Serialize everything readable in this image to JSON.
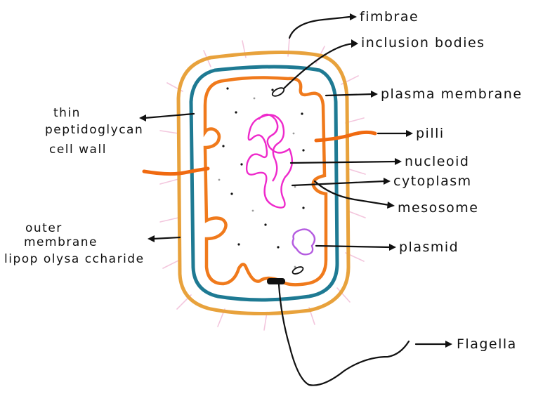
{
  "labels": {
    "fimbrae": "fimbrae",
    "inclusion_bodies": "inclusion bodies",
    "plasma_membrane": "plasma membrane",
    "pilli": "pilli",
    "nucleoid": "nucleoid",
    "cytoplasm": "cytoplasm",
    "mesosome": "mesosome",
    "plasmid": "plasmid",
    "flagella": "Flagella",
    "thin": "thin",
    "peptidoglycan": "peptidoglycan",
    "cell_wall": "cell wall",
    "outer": "outer",
    "membrane": "membrane",
    "lipopolysaccharide": "lipop olysa ccharide"
  },
  "colors": {
    "outer_membrane": "#E8A23C",
    "cell_wall": "#1E7A93",
    "plasma_membrane": "#F07A1C",
    "pili": "#F06A10",
    "nucleoid": "#EE2ACB",
    "plasmid": "#B45BE0",
    "fimbriae": "#F3C6DD",
    "ink": "#111111"
  }
}
